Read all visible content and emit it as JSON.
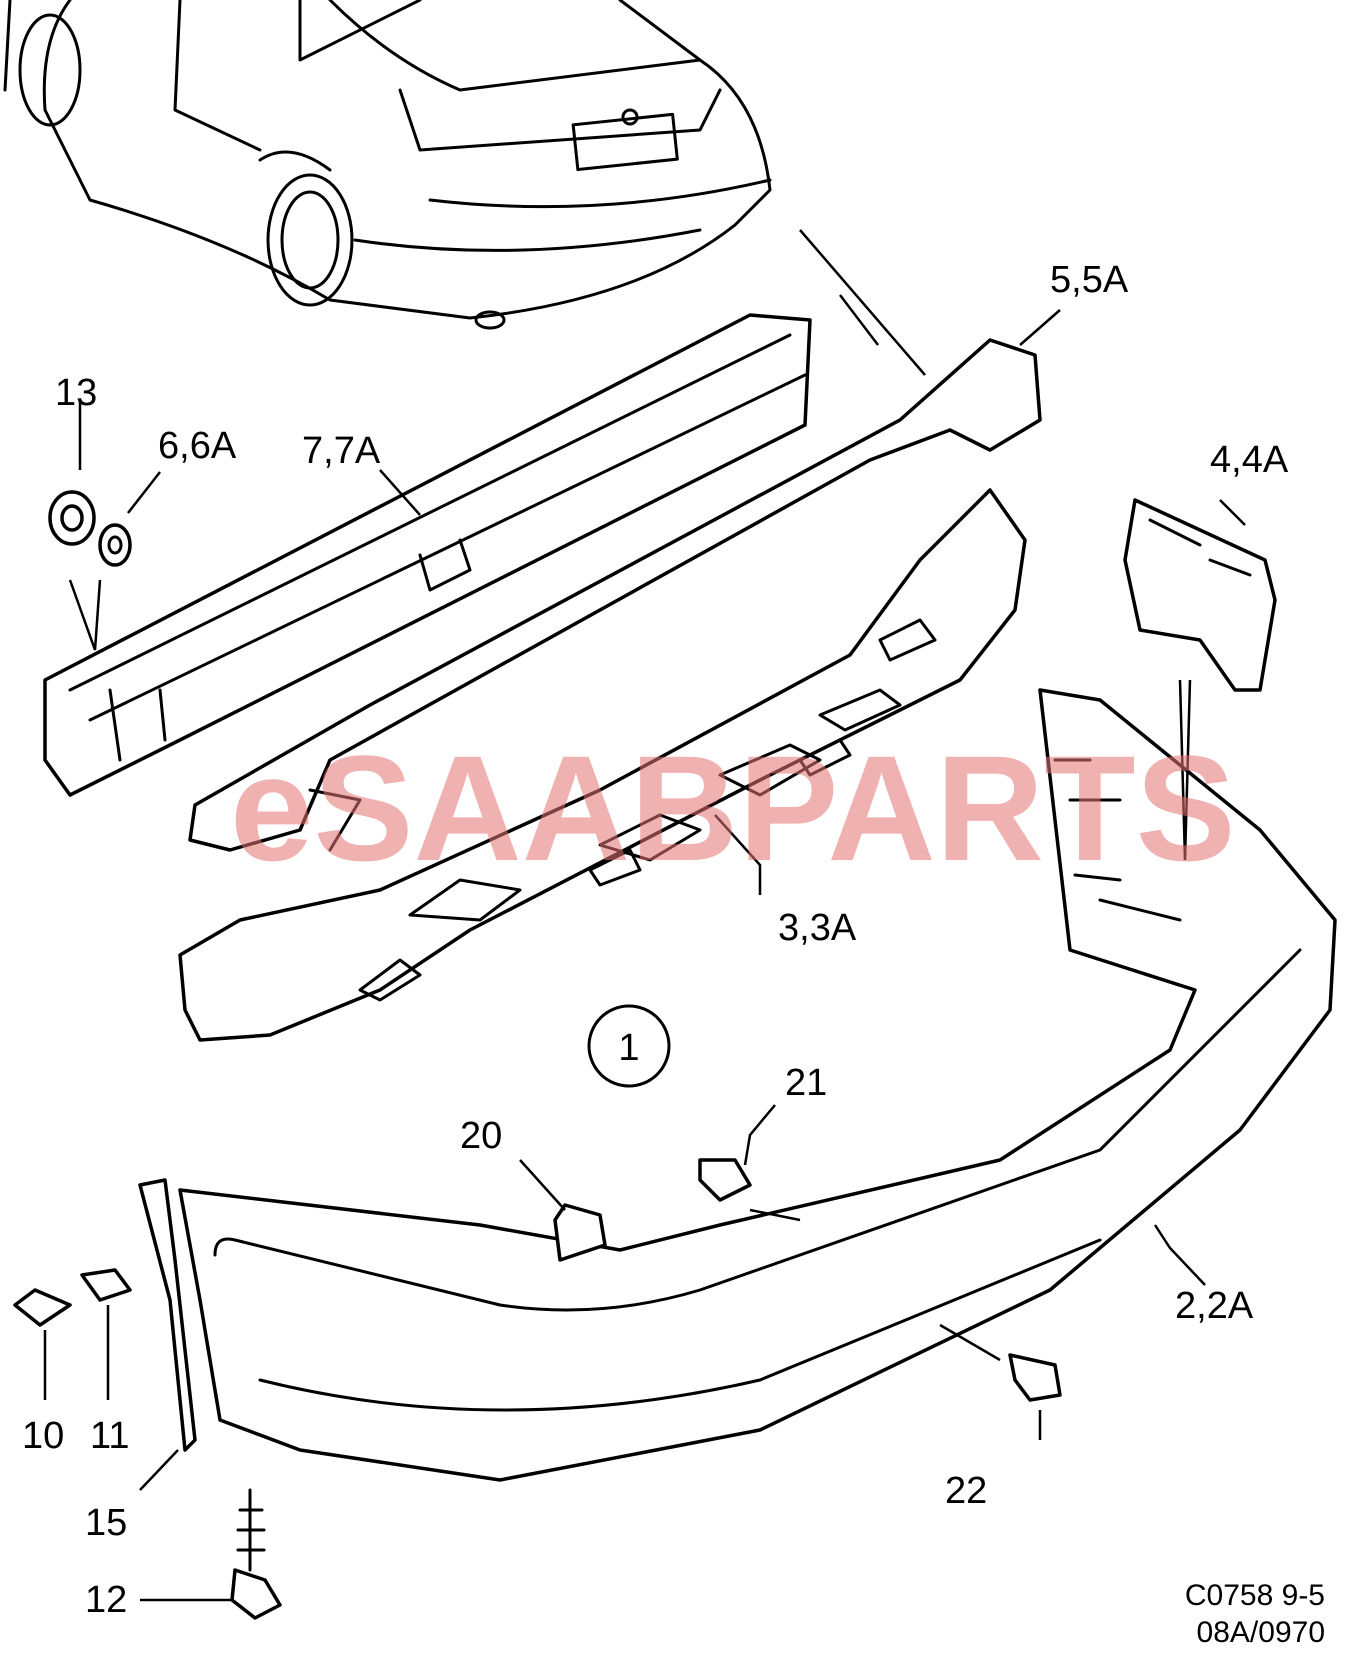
{
  "watermark": "eSAABPARTS",
  "drawing_code_line1": "C0758 9-5",
  "drawing_code_line2": "08A/0970",
  "group_marker": "1",
  "callouts": {
    "c2": "2,2A",
    "c3": "3,3A",
    "c4": "4,4A",
    "c5": "5,5A",
    "c6": "6,6A",
    "c7": "7,7A",
    "c10": "10",
    "c11": "11",
    "c12": "12",
    "c13": "13",
    "c15": "15",
    "c20": "20",
    "c21": "21",
    "c22": "22"
  },
  "colors": {
    "line": "#000000",
    "watermark": "#e57373",
    "background": "#ffffff"
  }
}
